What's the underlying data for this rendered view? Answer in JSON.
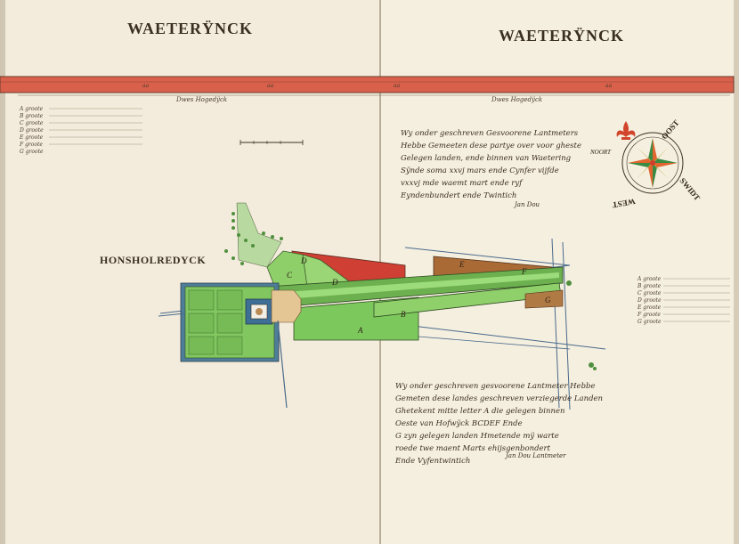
{
  "map": {
    "titles": {
      "left": "WAETERŸNCK",
      "right": "WAETERŸNCK"
    },
    "place_name": "HONSHOLREDYCK",
    "dike_labels": [
      "Dwes Hogedÿck",
      "Dwes Hogedÿck"
    ],
    "dike_marks": [
      "aa",
      "aa",
      "aa",
      "aa"
    ],
    "compass": {
      "east": "OOST",
      "south": "SWIDT",
      "west": "WEST",
      "north": "NOORT"
    },
    "plot_letters": [
      "A",
      "B",
      "C",
      "D",
      "D",
      "E",
      "F",
      "G"
    ],
    "legend_left": [
      "A groote",
      "B groote",
      "C groote",
      "D groote",
      "E groote",
      "F groote",
      "G groote"
    ],
    "legend_right": [
      "A groote",
      "B groote",
      "C groote",
      "D groote",
      "E groote",
      "F groote",
      "G groote"
    ],
    "text_block_top": [
      "Wy onder geschreven Gesvoorene Lantmeters",
      "Hebbe Gemeeten dese partye over voor gheste",
      "Gelegen landen, ende binnen van Waetering",
      "Sÿnde soma xxvj mars ende Cynfer vijfde",
      "vxxvj mde waemt mart ende ryf",
      "Eyndenbundert ende Twintich"
    ],
    "signature_top": "Jan Dou",
    "text_block_bottom": [
      "Wy onder geschreven gesvoorene Lantmeter Hebbe",
      "Gemeten dese landes geschreven verziegerde Landen",
      "Ghetekent mitte letter A die gelegen binnen",
      "Oeste van Hofwÿck BCDEF Ende",
      "G zyn gelegen landen Hmetende mÿ warte",
      "roede twe maent Marts ehijsgenbondert",
      "Ende Vyfentwintich"
    ],
    "signature_bottom": "Jan Dou Lantmeter"
  }
}
